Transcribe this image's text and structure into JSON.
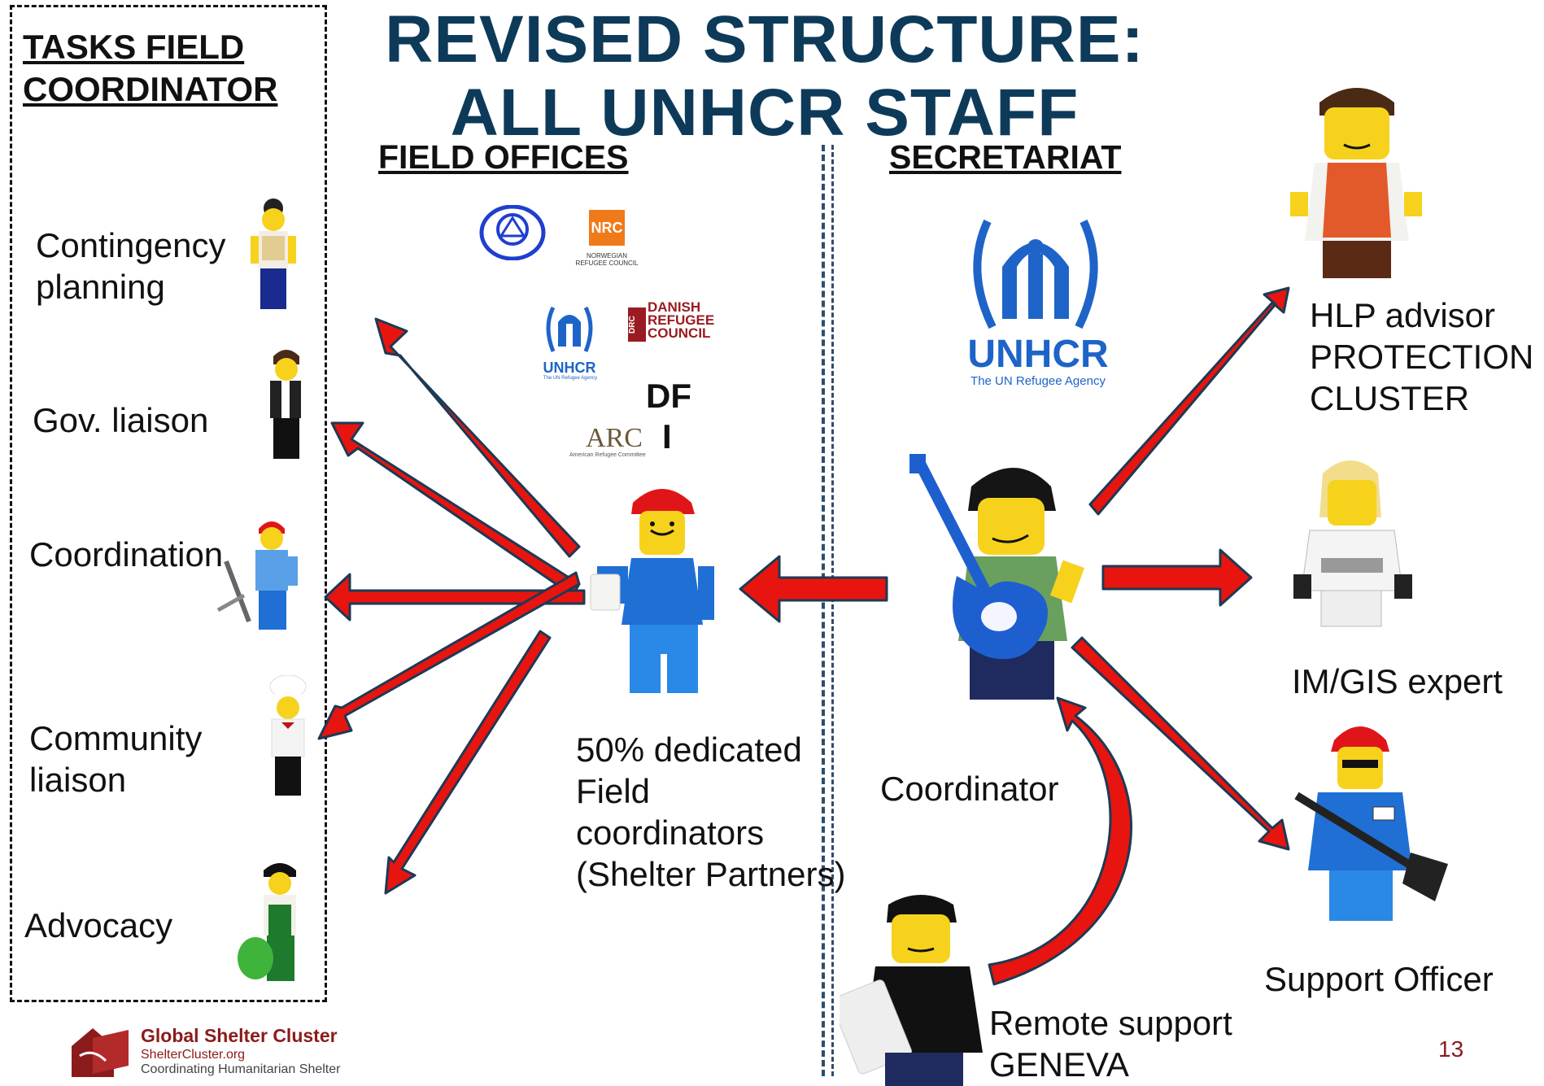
{
  "title": {
    "line1": "REVISED STRUCTURE:",
    "line2": "ALL UNHCR STAFF"
  },
  "tasks_header": {
    "line1": "TASKS FIELD",
    "line2": "COORDINATOR"
  },
  "tasks": [
    {
      "line1": "Contingency",
      "line2": "planning"
    },
    {
      "line1": "Gov. liaison",
      "line2": ""
    },
    {
      "line1": "Coordination",
      "line2": ""
    },
    {
      "line1": "Community",
      "line2": "liaison"
    },
    {
      "line1": "Advocacy",
      "line2": ""
    }
  ],
  "field_offices_header": "FIELD OFFICES",
  "secretariat_header": "SECRETARIAT",
  "partner_logos": {
    "nrc": "NRC",
    "nrc_sub1": "NORWEGIAN",
    "nrc_sub2": "REFUGEE COUNCIL",
    "drc_mark": "DRC",
    "drc1": "DANISH",
    "drc2": "REFUGEE",
    "drc3": "COUNCIL",
    "unhcr_small": "UNHCR",
    "unhcr_small_sub": "The UN Refugee Agency",
    "arc": "ARC",
    "arc_sub": "American Refugee Committee",
    "dfi1": "DF",
    "dfi2": "I"
  },
  "unhcr_logo": {
    "name": "UNHCR",
    "sub": "The UN Refugee Agency"
  },
  "field_coordinators": {
    "line1": "50% dedicated",
    "line2": "Field",
    "line3": "coordinators",
    "line4": "(Shelter Partners)"
  },
  "coordinator_label": "Coordinator",
  "remote_support": {
    "line1": "Remote support",
    "line2": "GENEVA"
  },
  "hlp": {
    "line1": "HLP advisor",
    "line2": "PROTECTION",
    "line3": "CLUSTER"
  },
  "imgis": "IM/GIS expert",
  "support_officer": "Support Officer",
  "footer": {
    "org": "Global Shelter Cluster",
    "url": "ShelterCluster.org",
    "tagline": "Coordinating Humanitarian Shelter"
  },
  "page_number": "13",
  "colors": {
    "title": "#0e3a5a",
    "arrow": "#e8140f",
    "arrow_outline": "#1b3a55",
    "brand": "#8b1b1b",
    "unhcr_blue": "#1e64c8"
  },
  "icons": [
    "minifigure-icon",
    "unhcr-logo-icon",
    "un-emblem-icon",
    "guitar-icon",
    "shelter-cluster-logo-icon"
  ]
}
